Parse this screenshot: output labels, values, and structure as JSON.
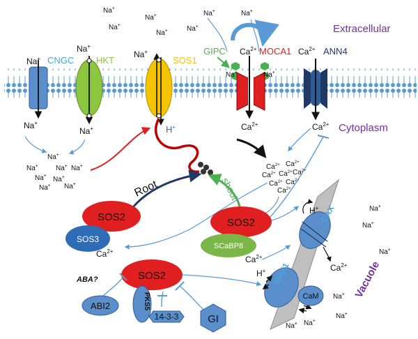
{
  "regions": {
    "extracellular": "Extracellular",
    "cytoplasm": "Cytoplasm",
    "vacuole": "Vacuole"
  },
  "channels": {
    "cngc": "CNGC",
    "hkt": "HKT",
    "sos1": "SOS1",
    "gipc": "GIPC",
    "moca1": "MOCA1",
    "ann4": "ANN4",
    "cax": "CAX",
    "nhx1": "NHX1",
    "cam": "CaM"
  },
  "proteins": {
    "sos2": "SOS2",
    "sos3": "SOS3",
    "scabp8": "SCaBP8",
    "abi2": "ABI2",
    "pks5": "PKS5",
    "p1433": "14-3-3",
    "gi": "GI",
    "aba": "ABA?"
  },
  "tissues": {
    "root": "Root",
    "shoot": "shoot"
  },
  "ions": {
    "na": "Na",
    "ca": "Ca",
    "h": "H",
    "plus": "+",
    "two_plus": "2+"
  },
  "colors": {
    "membrane": "#5b9bd5",
    "sos2": "#e02020",
    "sos3": "#2e6db5",
    "scabp8": "#7ab648",
    "hkt": "#8cc63f",
    "sos1": "#f5c400",
    "blue_protein": "#5b8fcc",
    "dark_channel": "#1f3864",
    "vacuole": "#bfbfbf"
  }
}
